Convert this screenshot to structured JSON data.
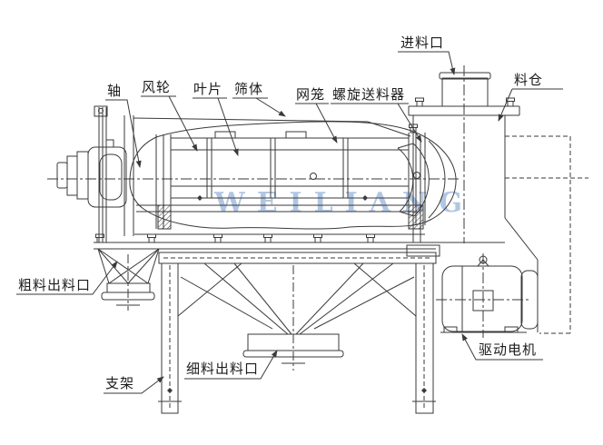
{
  "diagram": {
    "type": "engineering-drawing",
    "subject": "airflow centrifugal screw sifter side elevation",
    "watermark": "WEILIANG",
    "labels": {
      "shaft": "轴",
      "fan_wheel": "风轮",
      "blade": "叶片",
      "sieve_body": "筛体",
      "mesh_cage": "网笼",
      "screw_feeder": "螺旋送料器",
      "feed_inlet": "进料口",
      "hopper_bin": "料仓",
      "coarse_outlet": "粗料出料口",
      "support_frame": "支架",
      "fine_outlet": "细料出料口",
      "drive_motor": "驱动电机"
    },
    "colors": {
      "line": "#3a3a3a",
      "watermark": "#9db9dd",
      "background": "#ffffff"
    }
  }
}
